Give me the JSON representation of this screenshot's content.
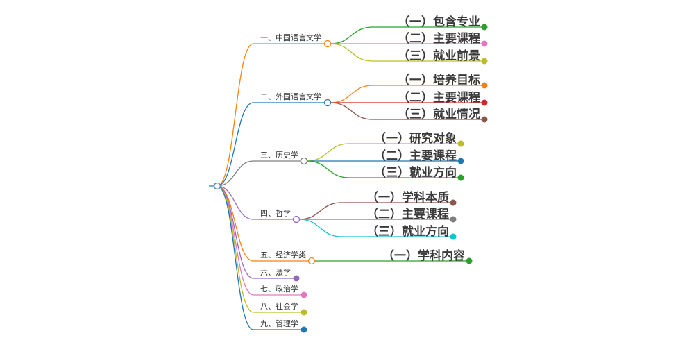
{
  "root": {
    "color": "#4a8ec2"
  },
  "branches": [
    {
      "label": "一、中国语言文学",
      "color": "#ff7f0e",
      "children": [
        {
          "label": "（一）包含专业",
          "color": "#2ca02c"
        },
        {
          "label": "（二）主要课程",
          "color": "#e377c2"
        },
        {
          "label": "（三）就业前景",
          "color": "#bcbd22"
        }
      ]
    },
    {
      "label": "二、外国语言文学",
      "color": "#1f77b4",
      "children": [
        {
          "label": "（一）培养目标",
          "color": "#ff7f0e"
        },
        {
          "label": "（二）主要课程",
          "color": "#d62728"
        },
        {
          "label": "（三）就业情况",
          "color": "#8c564b"
        }
      ]
    },
    {
      "label": "三、历史学",
      "color": "#7f7f7f",
      "children": [
        {
          "label": "（一）研究对象",
          "color": "#bcbd22"
        },
        {
          "label": "（二）主要课程",
          "color": "#1f77b4"
        },
        {
          "label": "（三）就业方向",
          "color": "#2ca02c"
        }
      ]
    },
    {
      "label": "四、哲学",
      "color": "#9467bd",
      "children": [
        {
          "label": "（一）学科本质",
          "color": "#8c564b"
        },
        {
          "label": "（二）主要课程",
          "color": "#7f7f7f"
        },
        {
          "label": "（三）就业方向",
          "color": "#17becf"
        }
      ]
    },
    {
      "label": "五、经济学类",
      "color": "#ff7f0e",
      "children": [
        {
          "label": "（一）学科内容",
          "color": "#2ca02c"
        }
      ]
    },
    {
      "label": "六、法学",
      "color": "#9467bd",
      "children": []
    },
    {
      "label": "七、政治学",
      "color": "#e377c2",
      "children": []
    },
    {
      "label": "八、社会学",
      "color": "#bcbd22",
      "children": []
    },
    {
      "label": "九、管理学",
      "color": "#1f77b4",
      "children": []
    }
  ]
}
